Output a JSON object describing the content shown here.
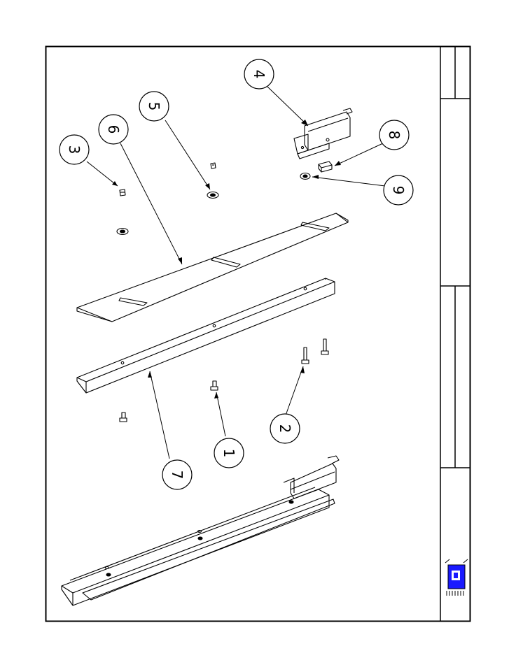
{
  "drawing": {
    "view": "exploded assembly",
    "line_color": "#000000",
    "background": "#ffffff",
    "logo_color": "#1a1aff"
  },
  "callouts": [
    {
      "id": "1",
      "label": "1",
      "part": "screw (small)"
    },
    {
      "id": "2",
      "label": "2",
      "part": "screw (long)"
    },
    {
      "id": "3",
      "label": "3",
      "part": "nut"
    },
    {
      "id": "4",
      "label": "4",
      "part": "bracket"
    },
    {
      "id": "5",
      "label": "5",
      "part": "nut with washer"
    },
    {
      "id": "6",
      "label": "6",
      "part": "slotted plate"
    },
    {
      "id": "7",
      "label": "7",
      "part": "angle rail"
    },
    {
      "id": "8",
      "label": "8",
      "part": "block"
    },
    {
      "id": "9",
      "label": "9",
      "part": "washer"
    }
  ],
  "title_block": {
    "logo_icon": "company-logo-icon"
  }
}
